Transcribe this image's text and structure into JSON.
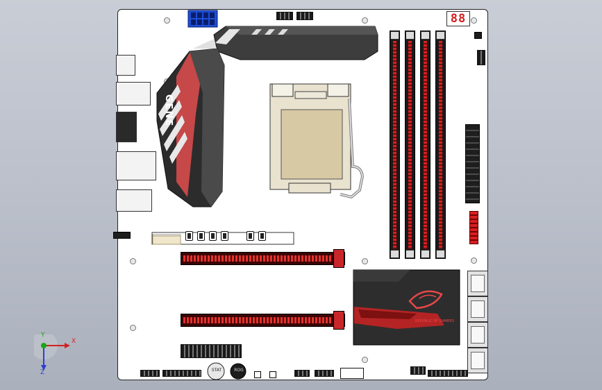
{
  "board": {
    "model_label": "GENE",
    "post_code_display": "88",
    "cpu_socket": "LGA socket with lever",
    "dimm_slots": 4,
    "pcie_slots": 2,
    "sata_ports": 4
  },
  "labels": {
    "rog_tagline": "REPUBLIC OF GAMERS",
    "battery_label_1": "STAT",
    "battery_label_2": "ROG"
  },
  "triad": {
    "x_label": "X",
    "y_label": "Y",
    "z_label": "Z"
  },
  "colors": {
    "background_top": "#c9cdd6",
    "background_bottom": "#aab0bc",
    "pcb": "#ffffff",
    "accent_red": "#d62020",
    "heatsink_dark": "#3b3b3b",
    "eps_connector": "#1d4fd6",
    "axis_x": "#d42020",
    "axis_y": "#16a816",
    "axis_z": "#2a3fd0"
  }
}
